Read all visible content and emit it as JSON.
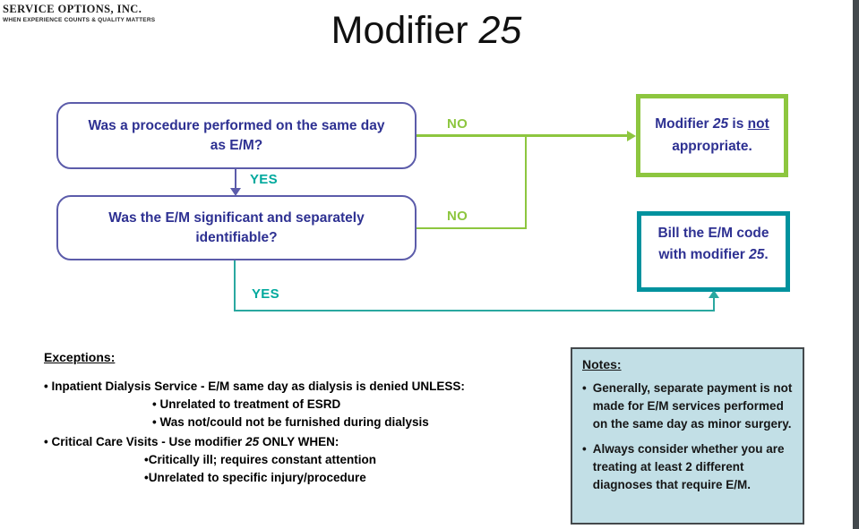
{
  "colors": {
    "indigo-border": "#5c5caa",
    "indigo-text": "#2e3192",
    "green": "#8dc63f",
    "teal-label": "#00a99d",
    "teal-line": "#2aa8a0",
    "teal-border": "#00929e",
    "notes-bg": "#c2dfe6",
    "notes-border": "#44494c",
    "strip": "#43494d"
  },
  "header": {
    "logo_line1": "SERVICE OPTIONS, INC.",
    "logo_line2": "WHEN EXPERIENCE COUNTS & QUALITY MATTERS",
    "title_pre": "Modifier ",
    "title_num": "25"
  },
  "flowchart": {
    "question1": "Was a procedure performed on the same day as E/M?",
    "question2": "Was the E/M significant and separately identifiable?",
    "label_no1": "NO",
    "label_no2": "NO",
    "label_yes1": "YES",
    "label_yes2": "YES",
    "outcome_not": {
      "pre": "Modifier ",
      "num": "25",
      "mid": " is ",
      "neg": "not",
      "post": " appropriate."
    },
    "outcome_bill": {
      "pre": "Bill the E/M code with modifier ",
      "num": "25",
      "post": "."
    }
  },
  "exceptions": {
    "heading": "Exceptions:",
    "item1": "• Inpatient Dialysis Service - E/M same day as dialysis is denied UNLESS:",
    "item1_sub1": "• Unrelated to treatment of ESRD",
    "item1_sub2": "• Was not/could not be furnished during dialysis",
    "item2_pre": "• Critical Care Visits - Use modifier ",
    "item2_num": "25",
    "item2_post": " ONLY WHEN:",
    "item2_sub1": "•Critically ill; requires constant attention",
    "item2_sub2": "•Unrelated to specific injury/procedure"
  },
  "notes": {
    "heading": "Notes:",
    "bullet": "•",
    "item1": "Generally, separate payment is not made for E/M services performed on the same day as minor surgery.",
    "item2": "Always consider whether you are treating at least 2 different diagnoses that require E/M."
  }
}
